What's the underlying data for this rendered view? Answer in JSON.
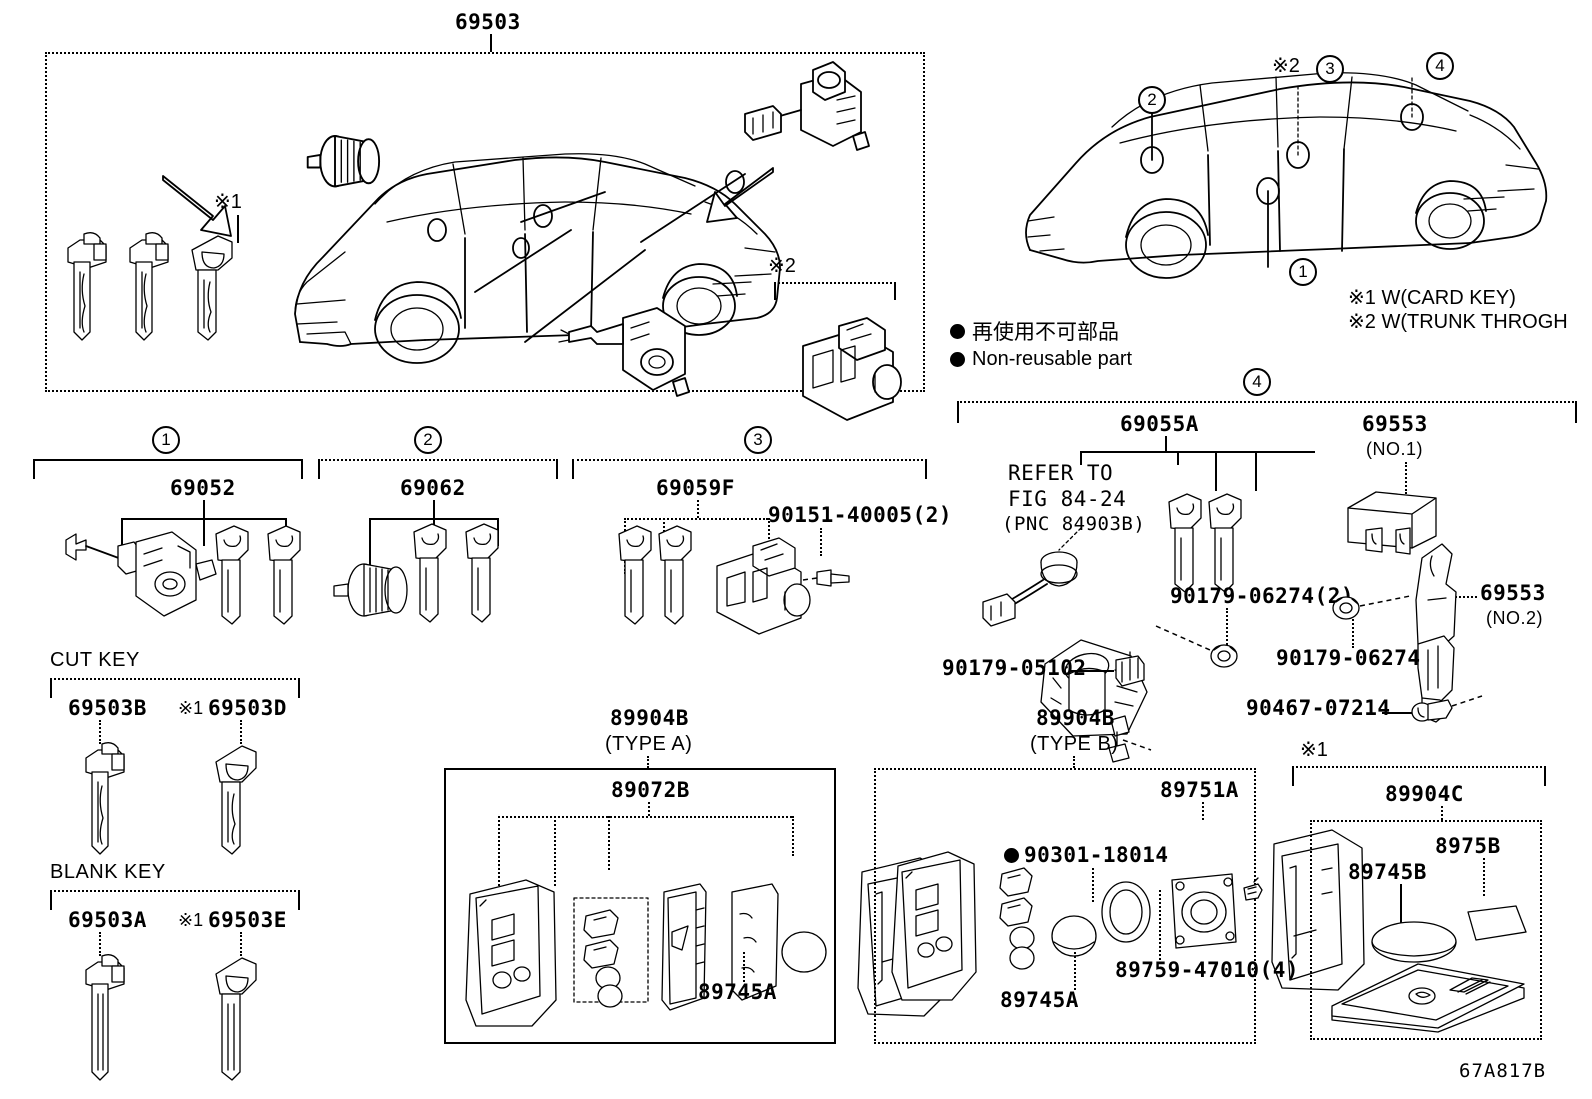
{
  "figure": {
    "code": "67A817B",
    "main_assembly": "69503"
  },
  "main_panel": {
    "title": "69503",
    "markers": [
      "※1",
      "※2"
    ]
  },
  "vehicle_callouts": {
    "marks": [
      "※2"
    ],
    "numbers": [
      "1",
      "2",
      "3",
      "4"
    ]
  },
  "legend": {
    "notes": [
      "※1 W(CARD KEY)",
      "※2 W(TRUNK THROGH"
    ],
    "reuse_jp": "再使用不可部品",
    "reuse_en": "Non-reusable part"
  },
  "groups": [
    {
      "num": "1",
      "parts": [
        "69052"
      ]
    },
    {
      "num": "2",
      "parts": [
        "69062"
      ]
    },
    {
      "num": "3",
      "parts": [
        "69059F",
        "90151-40005(2)"
      ]
    }
  ],
  "group1": {
    "num": "1",
    "label": "69052"
  },
  "group2": {
    "num": "2",
    "label": "69062"
  },
  "group3": {
    "num": "3",
    "label": "69059F",
    "screw": "90151-40005(2)"
  },
  "group4": {
    "num": "4",
    "key_set": "69055A",
    "refer": [
      "REFER TO",
      "FIG 84-24",
      "(PNC 84903B)"
    ],
    "bolt_a": "90179-06274(2)",
    "bolt_b": "90179-05102",
    "bracket1": "69553",
    "bracket1_sub": "(NO.1)",
    "bracket2": "69553",
    "bracket2_sub": "(NO.2)",
    "bolt_c": "90179-06274",
    "clip": "90467-07214"
  },
  "cut_key": {
    "title": "CUT KEY",
    "items": [
      {
        "mark": "",
        "pn": "69503B"
      },
      {
        "mark": "※1",
        "pn": "69503D"
      }
    ]
  },
  "blank_key": {
    "title": "BLANK KEY",
    "items": [
      {
        "mark": "",
        "pn": "69503A"
      },
      {
        "mark": "※1",
        "pn": "69503E"
      }
    ]
  },
  "transmitter_a": {
    "title": "89904B",
    "subtitle": "(TYPE A)",
    "case_set": "89072B",
    "battery": "89745A"
  },
  "transmitter_b": {
    "title": "89904B",
    "subtitle": "(TYPE B)",
    "housing": "89751A",
    "oring": "90301-18014",
    "battery": "89745A",
    "screw": "89759-47010(4)"
  },
  "card_key": {
    "mark": "※1",
    "title": "89904C",
    "battery": "89745B",
    "sheet": "8975B"
  }
}
